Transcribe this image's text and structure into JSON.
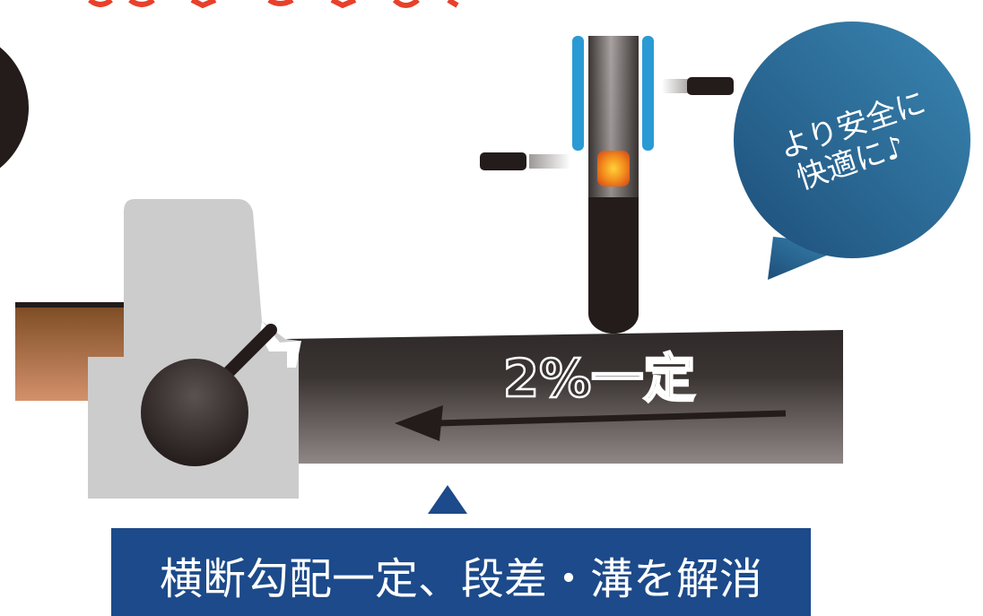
{
  "labels": {
    "slope": "2%一定",
    "bubble_line1": "より安全に",
    "bubble_line2": "快適に♪",
    "caption": "横断勾配一定、段差・溝を解消"
  },
  "colors": {
    "banner": "#1c4a8a",
    "marker": "#1c4a8a",
    "bubble_dark": "#1d4f7a",
    "bubble_light": "#3a86b2",
    "road_top": "#2f2a29",
    "road_bottom": "#8f8786",
    "gray_block": "#cccccc",
    "ground_top": "#7a4a22",
    "ground_bottom": "#d3916b",
    "cane_blue": "#2a9ad4",
    "red_text": "#e8402a"
  },
  "icons": {
    "bubble": "speech-bubble-icon",
    "marker": "triangle-up-icon",
    "arrow": "arrow-left-icon",
    "note": "music-note-icon"
  }
}
